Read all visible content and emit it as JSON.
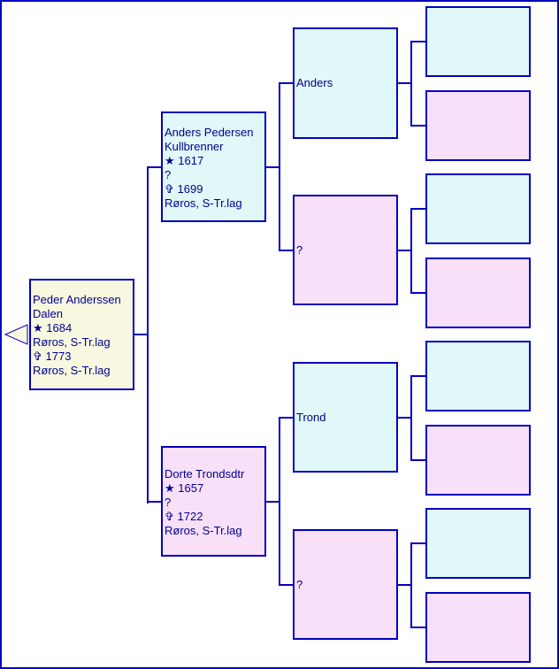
{
  "colors": {
    "line": "#0000c0",
    "male": "#e0f8f8",
    "female": "#f8e0f8",
    "subject": "#f8f8e0"
  },
  "subject": {
    "lines": [
      "Peder Anderssen",
      "Dalen",
      "★ 1684",
      "Røros, S-Tr.lag",
      "✞ 1773",
      "Røros, S-Tr.lag"
    ]
  },
  "father": {
    "lines": [
      "Anders Pedersen",
      "Kullbrenner",
      "★ 1617",
      "?",
      "✞ 1699",
      "Røros, S-Tr.lag"
    ]
  },
  "mother": {
    "lines": [
      "Dorte Trondsdtr",
      "★ 1657",
      "?",
      "✞ 1722",
      "Røros, S-Tr.lag"
    ]
  },
  "gen2": [
    "Anders",
    "?",
    "Trond",
    "?"
  ]
}
